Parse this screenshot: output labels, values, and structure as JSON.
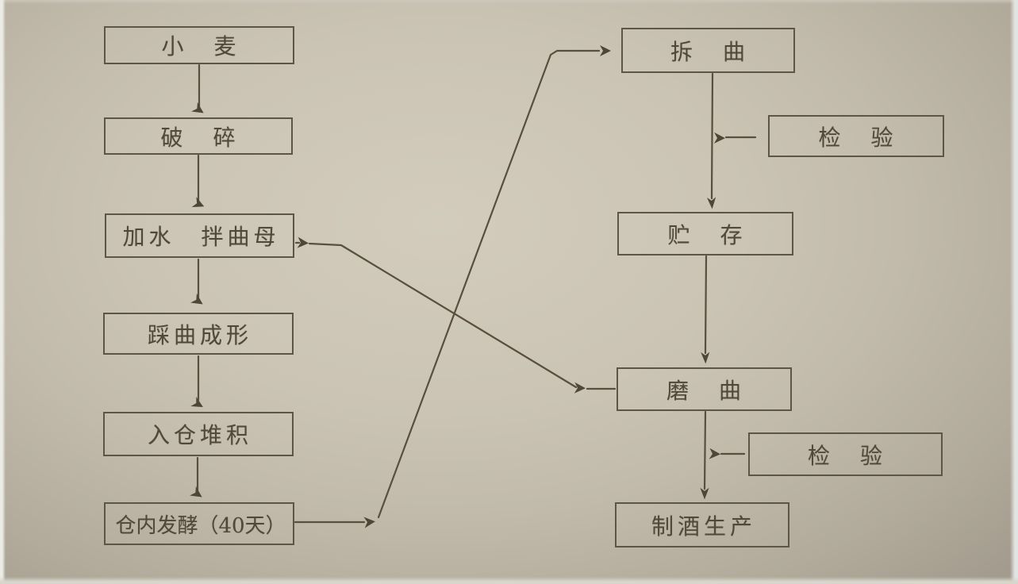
{
  "diagram": {
    "description": "hand-drawn flowchart of qu-making and liquor production process",
    "colors": {
      "paper_background": "#c8c1b1",
      "line": "#584f3e",
      "box_border": "#5d5545",
      "text": "#50483a"
    },
    "nodes": {
      "wheat": {
        "label": "小　麦"
      },
      "crush": {
        "label": "破　碎"
      },
      "add_water_mix_qu_mother": {
        "label": "加水　拌曲母"
      },
      "tread_qu_into_shape": {
        "label": "踩曲成形"
      },
      "stack_in_warehouse": {
        "label": "入仓堆积"
      },
      "ferment_in_warehouse_40_days": {
        "label": "仓内发酵（40天）"
      },
      "dismantle_qu": {
        "label": "拆　曲"
      },
      "inspection_after_dismantle": {
        "label": "检　验"
      },
      "storage": {
        "label": "贮　存"
      },
      "grind_qu": {
        "label": "磨　曲"
      },
      "inspection_after_grind": {
        "label": "检　验"
      },
      "liquor_production": {
        "label": "制酒生产"
      }
    },
    "edges": [
      {
        "from": "小麦",
        "to": "破碎"
      },
      {
        "from": "破碎",
        "to": "加水拌曲母"
      },
      {
        "from": "加水拌曲母",
        "to": "踩曲成形"
      },
      {
        "from": "踩曲成形",
        "to": "入仓堆积"
      },
      {
        "from": "入仓堆积",
        "to": "仓内发酵（40天）"
      },
      {
        "from": "仓内发酵（40天）",
        "to": "拆曲"
      },
      {
        "from": "加水拌曲母",
        "to": "磨曲"
      },
      {
        "from": "拆曲",
        "to": "检验"
      },
      {
        "from": "拆曲",
        "to": "贮存"
      },
      {
        "from": "贮存",
        "to": "磨曲"
      },
      {
        "from": "磨曲",
        "to": "检验"
      },
      {
        "from": "磨曲",
        "to": "制酒生产"
      }
    ]
  }
}
